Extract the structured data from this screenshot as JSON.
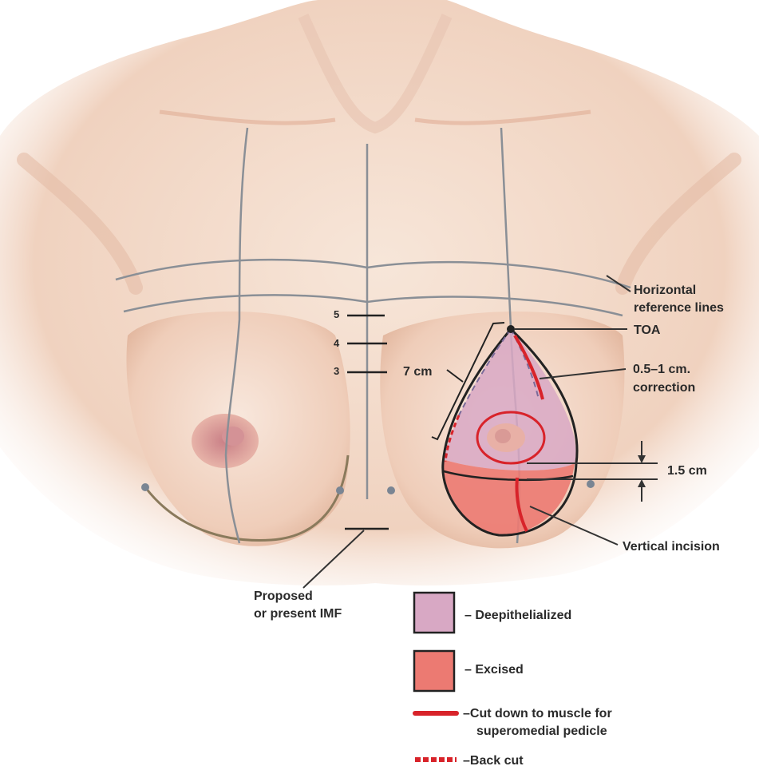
{
  "labels": {
    "horizontal_ref_1": "Horizontal",
    "horizontal_ref_2": "reference lines",
    "toa": "TOA",
    "correction_1": "0.5–1 cm.",
    "correction_2": "correction",
    "seven_cm": "7 cm",
    "one_five_cm": "1.5 cm",
    "vertical_incision": "Vertical incision",
    "imf_1": "Proposed",
    "imf_2": "or present IMF"
  },
  "tick_marks": [
    "5",
    "4",
    "3"
  ],
  "legend": [
    {
      "label": "– Deepithelialized",
      "color": "#d8a8c4"
    },
    {
      "label": "– Excised",
      "color": "#ec7a72"
    },
    {
      "label_1": "–Cut down to muscle for",
      "label_2": "superomedial pedicle",
      "color": "#d8232a"
    },
    {
      "label": "–Back cut",
      "color": "#d8232a"
    }
  ],
  "colors": {
    "skin": "#f3d9c8",
    "skin_shadow": "#e2b49c",
    "deepithelialized": "#d8a8c4",
    "excised": "#ec7a72",
    "cut_line": "#d8232a",
    "guide_line": "#8a8f96"
  }
}
